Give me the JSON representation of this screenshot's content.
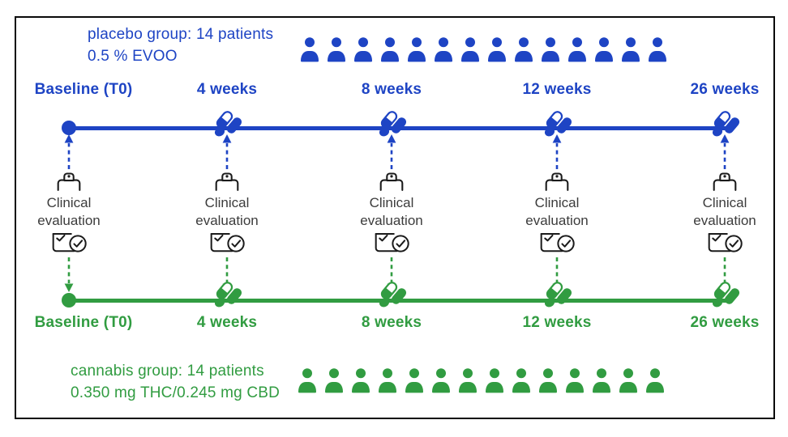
{
  "colors": {
    "blue": "#1e44c4",
    "green": "#319c41",
    "ink": "#1b1b1b",
    "eval_text": "#3c3c3c",
    "border": "#0a0a0a",
    "background": "#ffffff"
  },
  "placebo_group": {
    "title": "placebo group: 14 patients",
    "dose": "0.5 % EVOO",
    "patient_count": 14
  },
  "cannabis_group": {
    "title": "cannabis group: 14 patients",
    "dose": "0.350 mg THC/0.245 mg CBD",
    "patient_count": 14
  },
  "timepoints": [
    {
      "label": "Baseline (T0)",
      "marker": "dot"
    },
    {
      "label": "4 weeks",
      "marker": "pills"
    },
    {
      "label": "8 weeks",
      "marker": "pills"
    },
    {
      "label": "12 weeks",
      "marker": "pills"
    },
    {
      "label": "26 weeks",
      "marker": "pills"
    }
  ],
  "evaluation": {
    "line1": "Clinical",
    "line2": "evaluation"
  }
}
